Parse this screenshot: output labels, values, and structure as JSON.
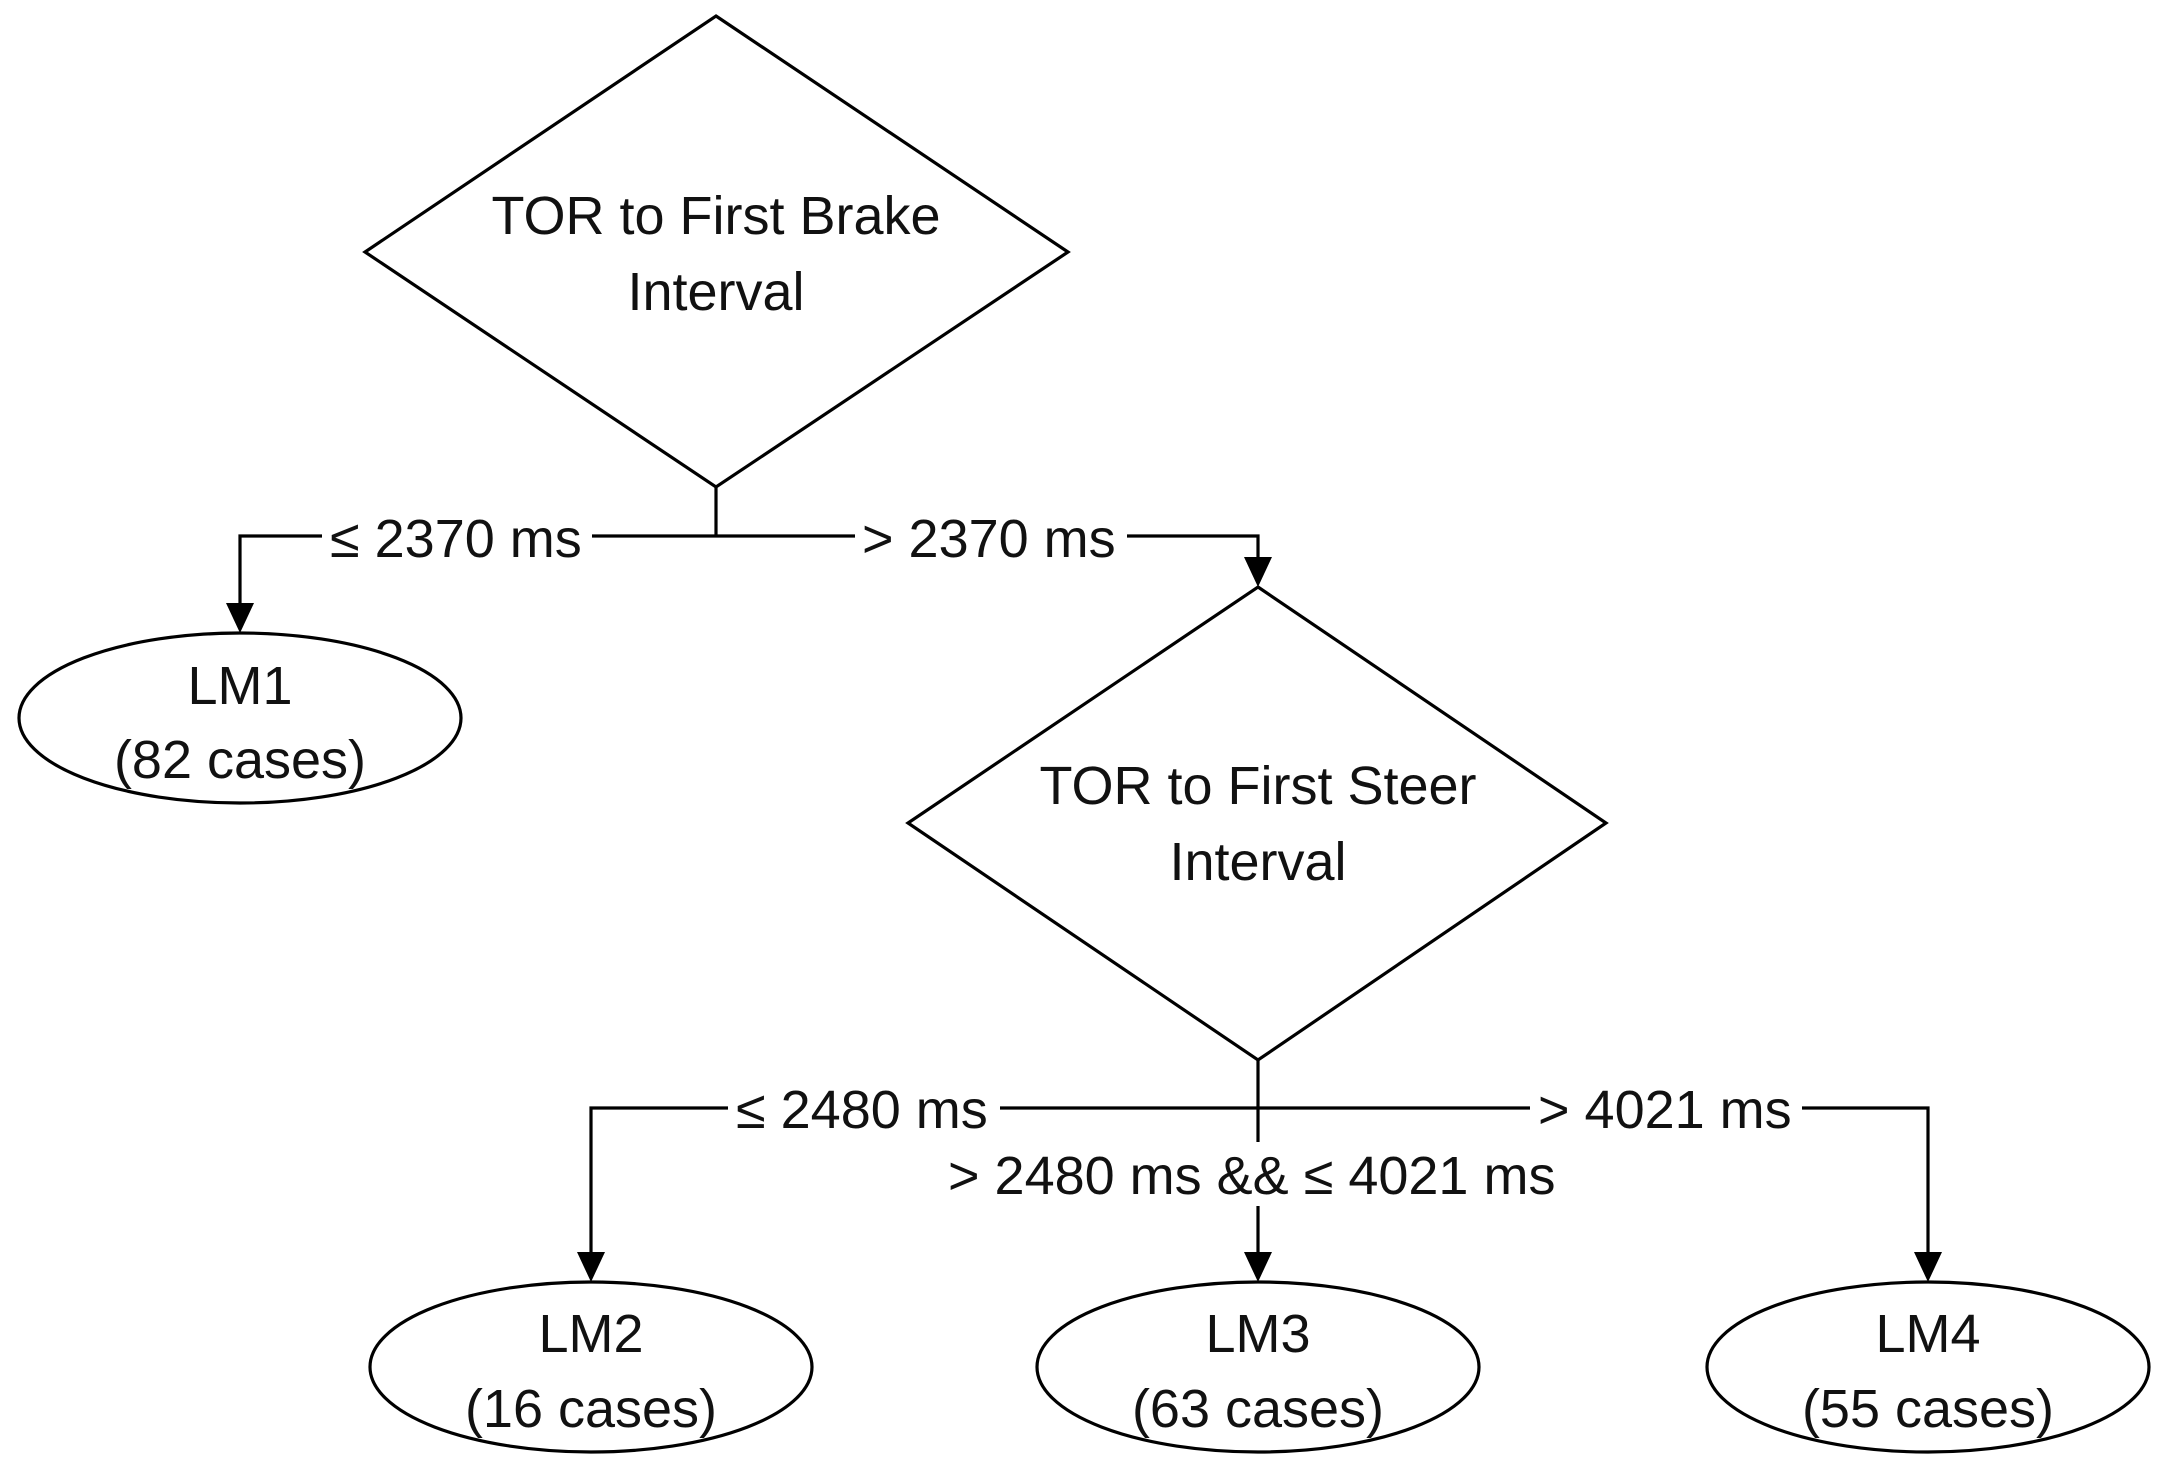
{
  "decisions": {
    "root": {
      "line1": "TOR to First Brake",
      "line2": "Interval"
    },
    "second": {
      "line1": "TOR to First Steer",
      "line2": "Interval"
    }
  },
  "branches": {
    "root_left": "≤ 2370 ms",
    "root_right": "> 2370 ms",
    "second_left": "≤ 2480 ms",
    "second_middle": "> 2480 ms && ≤ 4021 ms",
    "second_right": "> 4021 ms"
  },
  "leaves": {
    "lm1": {
      "name": "LM1",
      "cases": "(82 cases)"
    },
    "lm2": {
      "name": "LM2",
      "cases": "(16 cases)"
    },
    "lm3": {
      "name": "LM3",
      "cases": "(63 cases)"
    },
    "lm4": {
      "name": "LM4",
      "cases": "(55 cases)"
    }
  }
}
